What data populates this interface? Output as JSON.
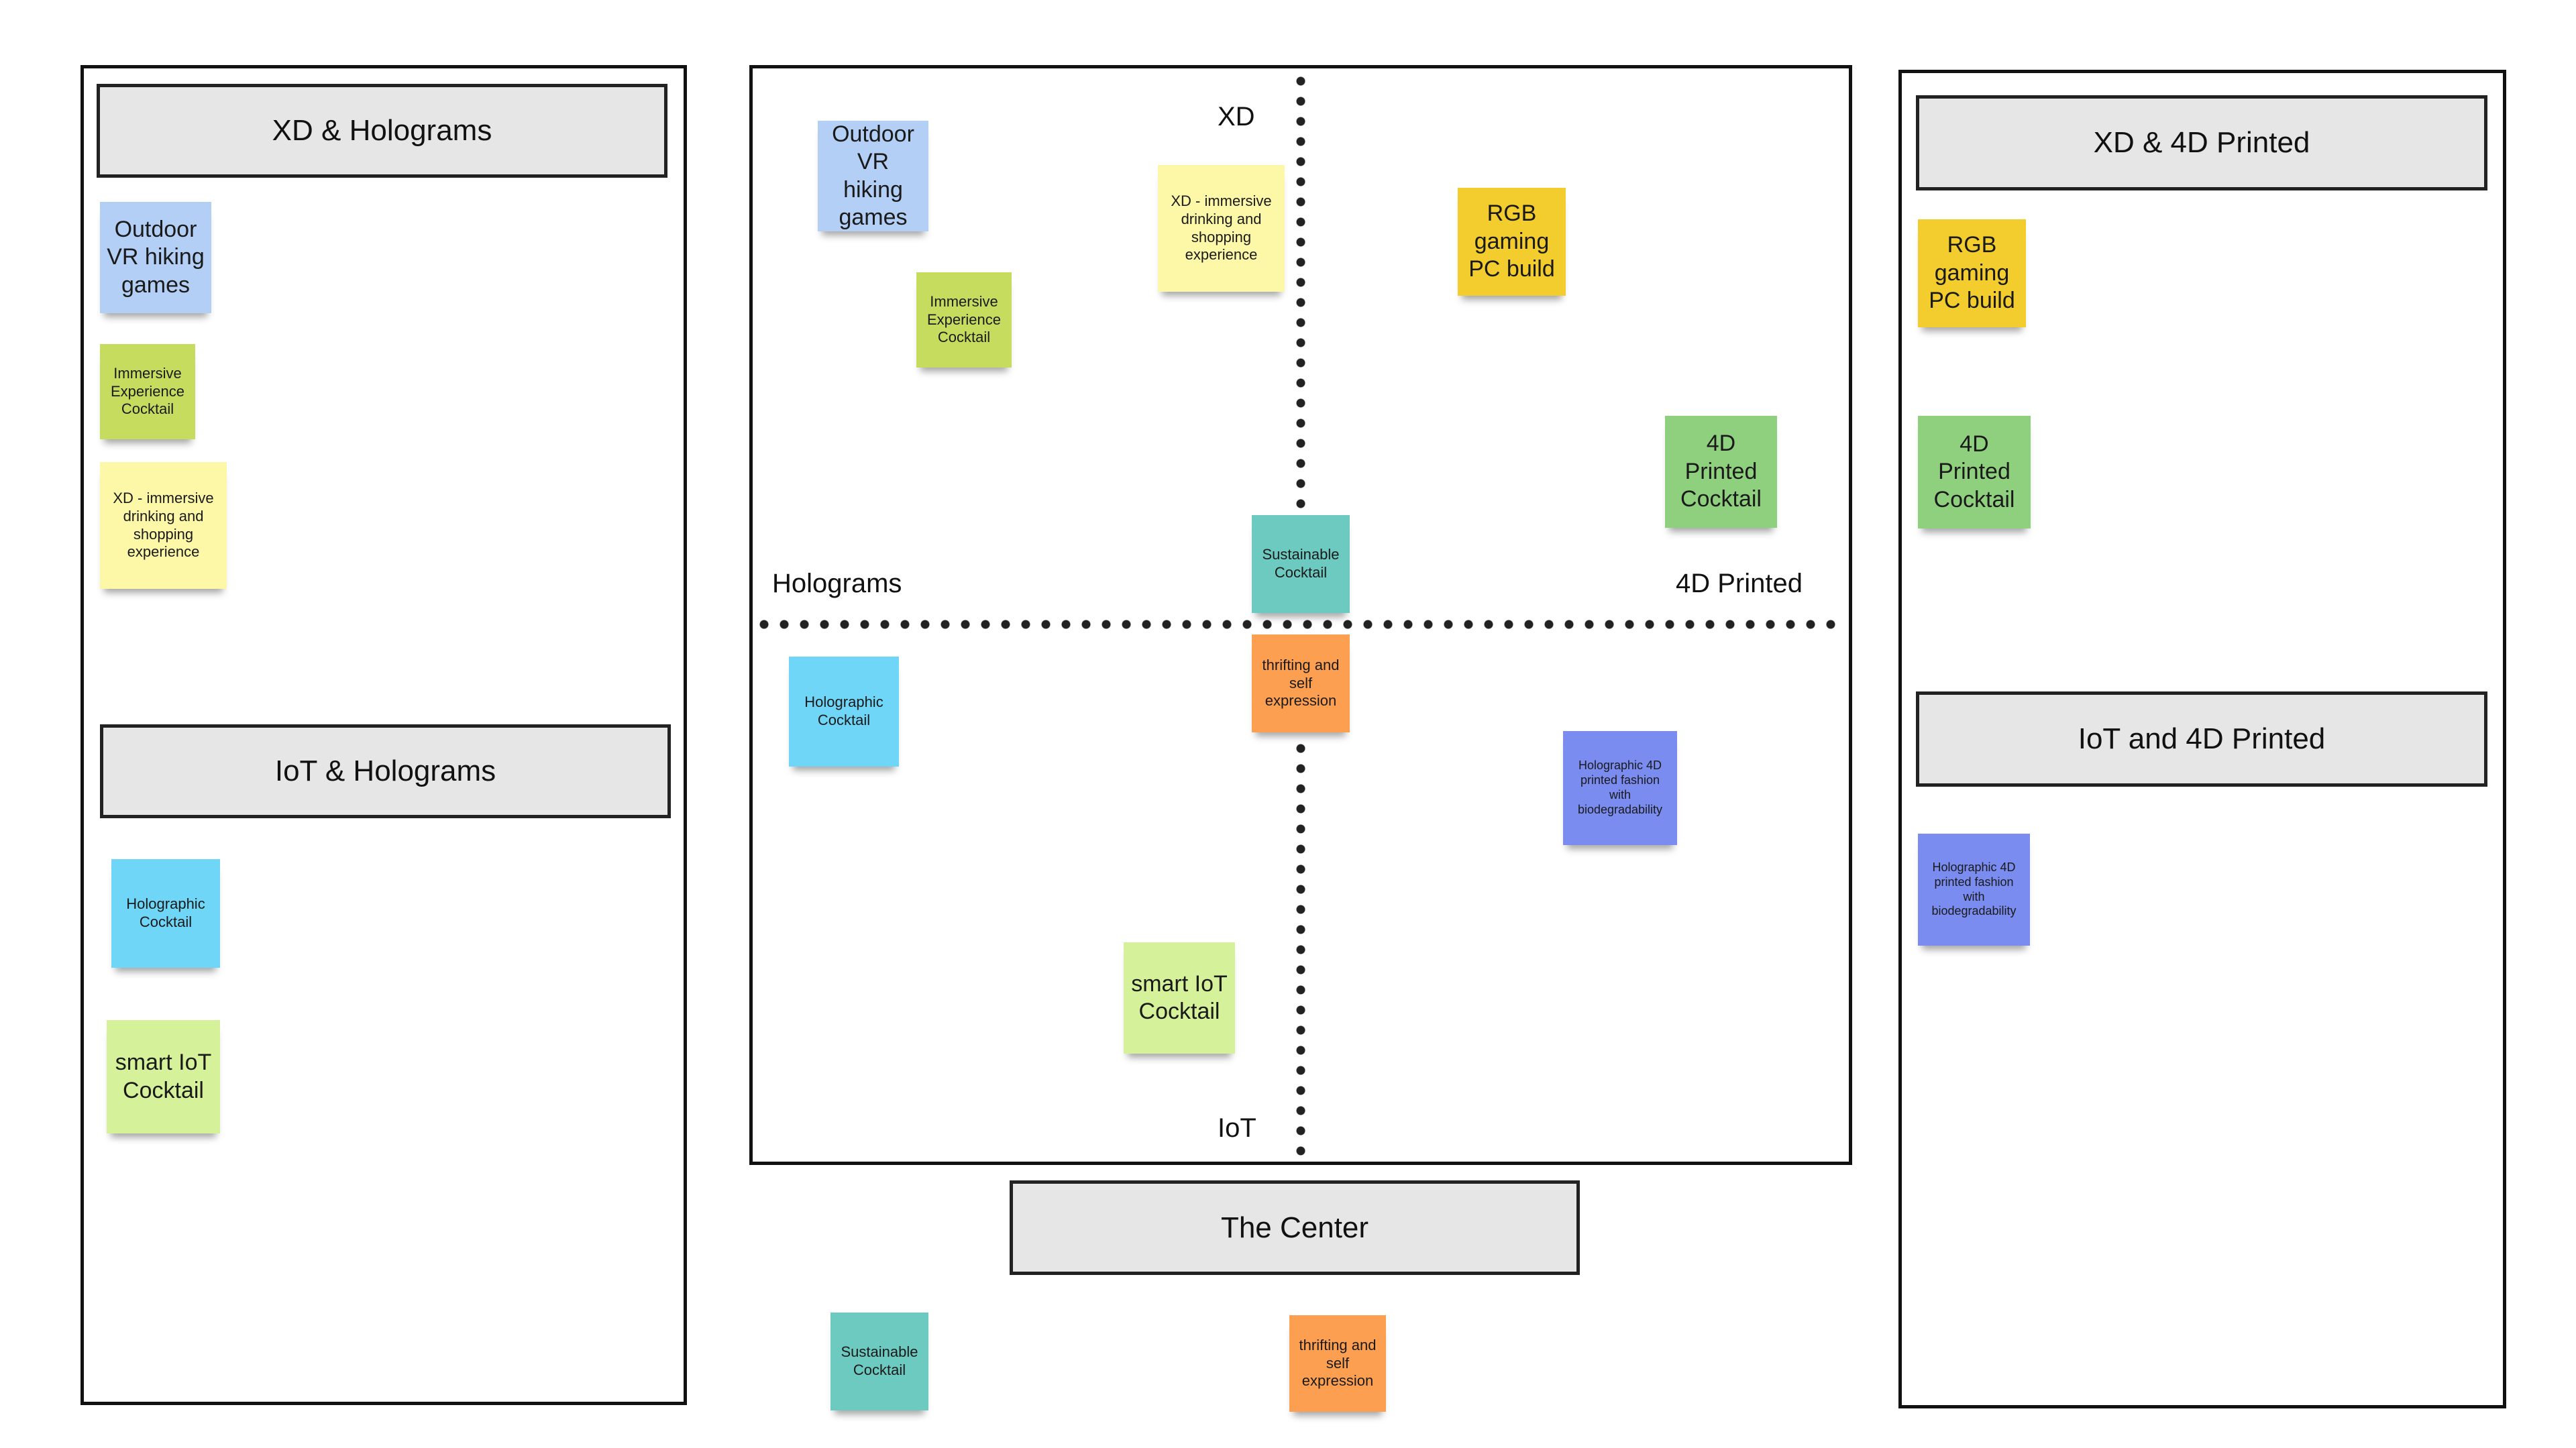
{
  "colors": {
    "blue": "#b3cff5",
    "lime": "#c6dc5f",
    "yellow": "#fdf7a8",
    "gold": "#f3cd2e",
    "green": "#8fd07e",
    "teal": "#6dcac0",
    "orange": "#fd9f51",
    "cyan": "#6fd6f7",
    "violet": "#7a8cf0",
    "lightgreen": "#d5f29a",
    "header_bg": "#e6e6e6"
  },
  "left_panel": {
    "xd_holograms_title": "XD & Holograms",
    "iot_holograms_title": "IoT & Holograms"
  },
  "right_panel": {
    "xd_4d_title": "XD & 4D Printed",
    "iot_4d_title": "IoT and 4D Printed"
  },
  "center": {
    "title": "The Center"
  },
  "axes": {
    "top": "XD",
    "bottom": "IoT",
    "left": "Holograms",
    "right": "4D Printed"
  },
  "stickies": {
    "outdoor_vr": "Outdoor VR hiking games",
    "immersive_cocktail": "Immersive Experience Cocktail",
    "xd_immersive": "XD - immersive drinking and shopping experience",
    "rgb_gaming": "RGB gaming PC build",
    "printed_4d_cocktail": "4D Printed Cocktail",
    "sustainable_cocktail": "Sustainable Cocktail",
    "thrifting": "thrifting and self expression",
    "holographic_cocktail": "Holographic Cocktail",
    "holographic_fashion": "Holographic 4D printed fashion with biodegradability",
    "smart_iot_cocktail": "smart IoT Cocktail"
  }
}
